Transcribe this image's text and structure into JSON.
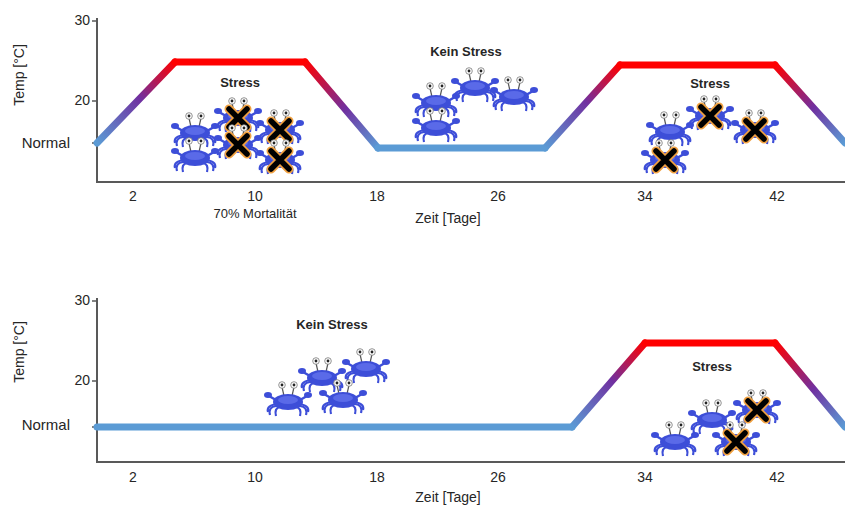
{
  "diagram": {
    "labels": [
      "30",
      "Temp [°C]",
      "20",
      "Normal",
      "Stress",
      "Kein Stress",
      "Stress",
      "2",
      "10",
      "18",
      "26",
      "34",
      "42",
      "70% Mortalität",
      "Zeit [Tage]",
      "30",
      "Temp [°C]",
      "20",
      "Normal",
      "Kein Stress",
      "Stress",
      "2",
      "10",
      "18",
      "26",
      "34",
      "42",
      "Zeit [Tage]"
    ]
  }
}
